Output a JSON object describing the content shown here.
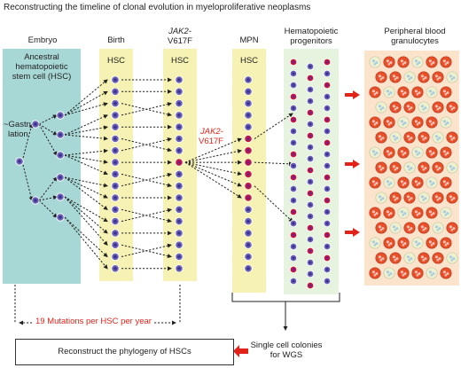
{
  "title": "Reconstructing the timeline of clonal evolution in myeloproliferative neoplasms",
  "stages": {
    "embryo": "Embryo",
    "birth": "Birth",
    "jak_stage_line1": "JAK2-",
    "jak_stage_line2": "V617F",
    "mpn": "MPN",
    "progenitors_line1": "Hematopoietic",
    "progenitors_line2": "progenitors",
    "granulocytes_line1": "Peripheral blood",
    "granulocytes_line2": "granulocytes"
  },
  "hsc_label": "HSC",
  "ancestral": {
    "line1": "Ancestral",
    "line2": "hematopoietic",
    "line3": "stem cell (HSC)"
  },
  "gastrulation": {
    "line1": "~Gastru-",
    "line2": "lation"
  },
  "mutation_event": {
    "line1": "JAK2-",
    "line2": "V617F"
  },
  "mutations_rate": "19 Mutations per HSC per year",
  "colonies": {
    "line1": "Single cell colonies",
    "line2": "for WGS"
  },
  "phylogeny": "Reconstruct the phylogeny of HSCs",
  "colors": {
    "accent_red": "#e2231a",
    "embryo_panel": "#a8d8d6",
    "hsc_column": "#f6f2b4",
    "progenitor_panel": "#e6f3df",
    "granulocyte_panel": "#fbe3cc",
    "cell_normal": "#6c63b8",
    "cell_mutant": "#c41a3c"
  }
}
